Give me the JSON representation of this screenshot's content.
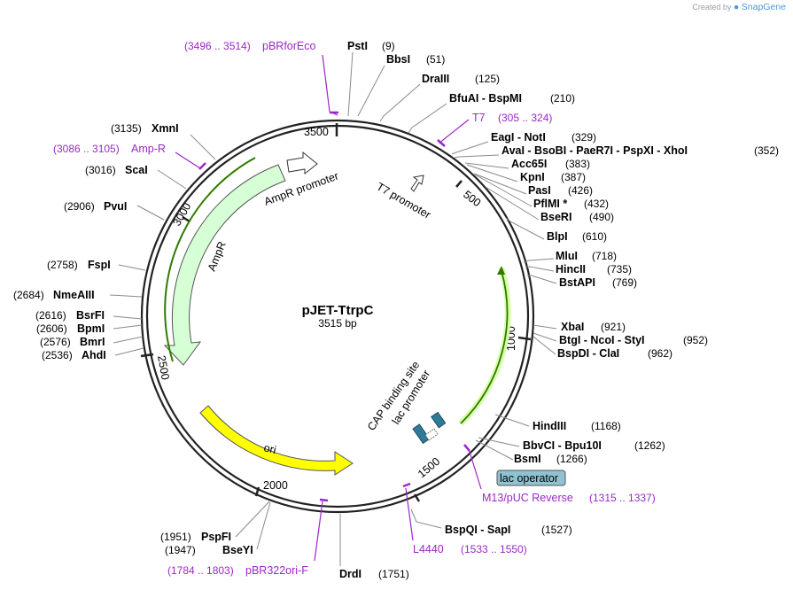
{
  "brand": {
    "created_by": "Created by",
    "name": "SnapGene"
  },
  "plasmid": {
    "name": "pJET-TtrpC",
    "size_label": "3515 bp",
    "length": 3515
  },
  "ticks": [
    "500",
    "1000",
    "1500",
    "2000",
    "2500",
    "3000",
    "3500"
  ],
  "features": [
    {
      "label": "AmpR promoter"
    },
    {
      "label": "AmpR"
    },
    {
      "label": "T7 promoter"
    },
    {
      "label": "ori"
    },
    {
      "label": "CAP binding site"
    },
    {
      "label": "lac promoter"
    },
    {
      "label": "lac operator"
    }
  ],
  "sites": [
    {
      "name": "PstI",
      "pos": "(9)"
    },
    {
      "name": "BbsI",
      "pos": "(51)"
    },
    {
      "name": "DraIII",
      "pos": "(125)"
    },
    {
      "name": "BfuAI - BspMI",
      "pos": "(210)"
    },
    {
      "name": "EagI - NotI",
      "pos": "(329)"
    },
    {
      "name": "AvaI - BsoBI - PaeR7I - PspXI - XhoI",
      "pos": "(352)"
    },
    {
      "name": "Acc65I",
      "pos": "(383)"
    },
    {
      "name": "KpnI",
      "pos": "(387)"
    },
    {
      "name": "PasI",
      "pos": "(426)"
    },
    {
      "name": "PflMI *",
      "pos": "(432)"
    },
    {
      "name": "BseRI",
      "pos": "(490)"
    },
    {
      "name": "BlpI",
      "pos": "(610)"
    },
    {
      "name": "MluI",
      "pos": "(718)"
    },
    {
      "name": "HincII",
      "pos": "(735)"
    },
    {
      "name": "BstAPI",
      "pos": "(769)"
    },
    {
      "name": "XbaI",
      "pos": "(921)"
    },
    {
      "name": "BtgI - NcoI - StyI",
      "pos": "(952)"
    },
    {
      "name": "BspDI - ClaI",
      "pos": "(962)"
    },
    {
      "name": "HindIII",
      "pos": "(1168)"
    },
    {
      "name": "BbvCI - Bpu10I",
      "pos": "(1262)"
    },
    {
      "name": "BsmI",
      "pos": "(1266)"
    },
    {
      "name": "BspQI - SapI",
      "pos": "(1527)"
    },
    {
      "name": "DrdI",
      "pos": "(1751)"
    },
    {
      "name": "BseYI",
      "pos": "(1947)"
    },
    {
      "name": "PspFI",
      "pos": "(1951)"
    },
    {
      "name": "AhdI",
      "pos": "(2536)"
    },
    {
      "name": "BmrI",
      "pos": "(2576)"
    },
    {
      "name": "BpmI",
      "pos": "(2606)"
    },
    {
      "name": "BsrFI",
      "pos": "(2616)"
    },
    {
      "name": "NmeAIII",
      "pos": "(2684)"
    },
    {
      "name": "FspI",
      "pos": "(2758)"
    },
    {
      "name": "PvuI",
      "pos": "(2906)"
    },
    {
      "name": "ScaI",
      "pos": "(3016)"
    },
    {
      "name": "XmnI",
      "pos": "(3135)"
    }
  ],
  "primers": [
    {
      "name": "pBRforEco",
      "range": "(3496 .. 3514)"
    },
    {
      "name": "T7",
      "range": "(305 .. 324)"
    },
    {
      "name": "Amp-R",
      "range": "(3086 .. 3105)"
    },
    {
      "name": "M13/pUC Reverse",
      "range": "(1315 .. 1337)"
    },
    {
      "name": "L4440",
      "range": "(1533 .. 1550)"
    },
    {
      "name": "pBR322ori-F",
      "range": "(1784 .. 1803)"
    }
  ],
  "colors": {
    "backbone": "#222222",
    "ampr_fill": "#d6ffd6",
    "ori_fill": "#ffff00",
    "promoter_fill": "#ffffff",
    "lac_promoter_fill": "#e6ffb3",
    "cap_box": "#2f7a99",
    "lac_operator_box": "#8fc3d2",
    "primer": "#9b27c9"
  }
}
